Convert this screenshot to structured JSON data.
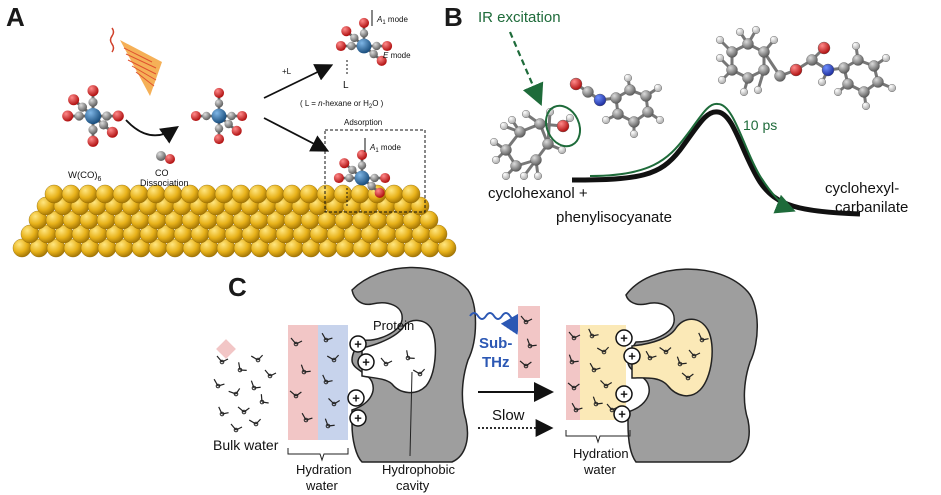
{
  "panels": {
    "a": {
      "letter": "A",
      "reactant": "W(CO)",
      "reactant_sub": "6",
      "co_label": "CO",
      "dissociation_label": "Dissociation",
      "plus_l": "+L",
      "a1_mode": "A",
      "a1_sub": "1",
      "a1_suffix": " mode",
      "e_mode": "E",
      "e_suffix": " mode",
      "ligand_axis": "L",
      "ligand_note_prefix": "( L = ",
      "ligand_note_n": "n",
      "ligand_note_rest": "-hexane or H",
      "ligand_note_sub": "2",
      "ligand_note_end": "O )",
      "adsorption_label": "Adsorption",
      "a1_mode_2": "A",
      "a1_sub_2": "1",
      "a1_suffix_2": " mode"
    },
    "b": {
      "letter": "B",
      "ir_label": "IR excitation",
      "time_label": "10 ps",
      "reactant_1": "cyclohexanol +",
      "reactant_2": "phenylisocyanate",
      "product_1": "cyclohexyl-",
      "product_2": "carbanilate"
    },
    "c": {
      "letter": "C",
      "protein_label": "Protein",
      "bulk_water_label": "Bulk water",
      "hydration_water_1": "Hydration",
      "hydration_water_2": "water",
      "cavity_1": "Hydrophobic",
      "cavity_2": "cavity",
      "sub_thz_1": "Sub-",
      "sub_thz_2": "THz",
      "slow_label": "Slow",
      "hydration_right_1": "Hydration",
      "hydration_right_2": "water",
      "plus_symbol": "+"
    }
  },
  "colors": {
    "tungsten": "#2b6fa8",
    "carbon": "#8a8a8a",
    "oxygen": "#d42020",
    "gold": "#e8b21a",
    "green": "#1e6b3a",
    "protein": "#9e9e9e",
    "pink": "#f2c6c6",
    "blue_band": "#c7d3ec",
    "yellow_band": "#fbe9b7",
    "thz_blue": "#2c58b4"
  }
}
